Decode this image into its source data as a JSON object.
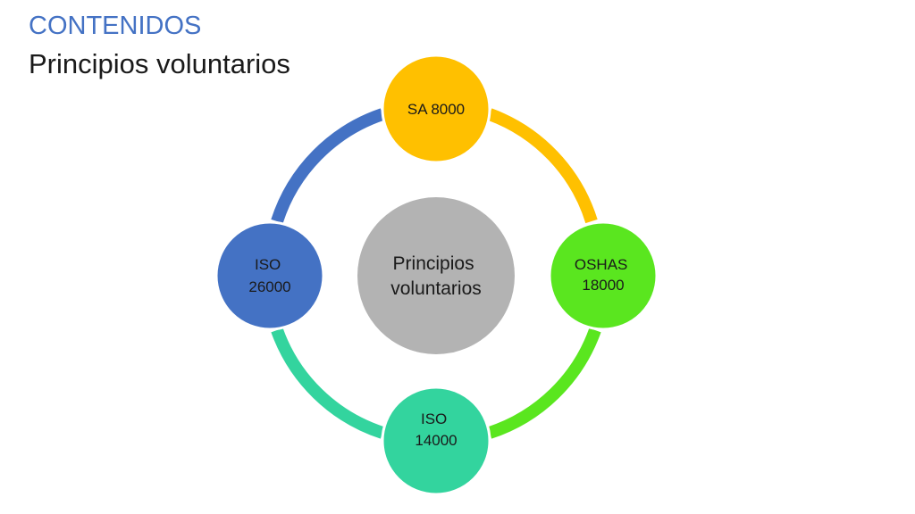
{
  "slide": {
    "heading": "CONTENIDOS",
    "subheading": "Principios voluntarios"
  },
  "diagram": {
    "center": {
      "lines": [
        "Principios",
        "voluntarios"
      ],
      "color": "#b3b3b3"
    },
    "nodes": [
      {
        "id": "sa-8000",
        "lines": [
          "SA 8000"
        ],
        "color": "#ffc000"
      },
      {
        "id": "oshas-18000",
        "lines": [
          "OSHAS",
          "18000"
        ],
        "color": "#5ae61f"
      },
      {
        "id": "iso-14000",
        "lines": [
          "ISO",
          "14000"
        ],
        "color": "#33d49e"
      },
      {
        "id": "iso-26000",
        "lines": [
          "ISO",
          "26000"
        ],
        "color": "#4472c4"
      }
    ]
  }
}
